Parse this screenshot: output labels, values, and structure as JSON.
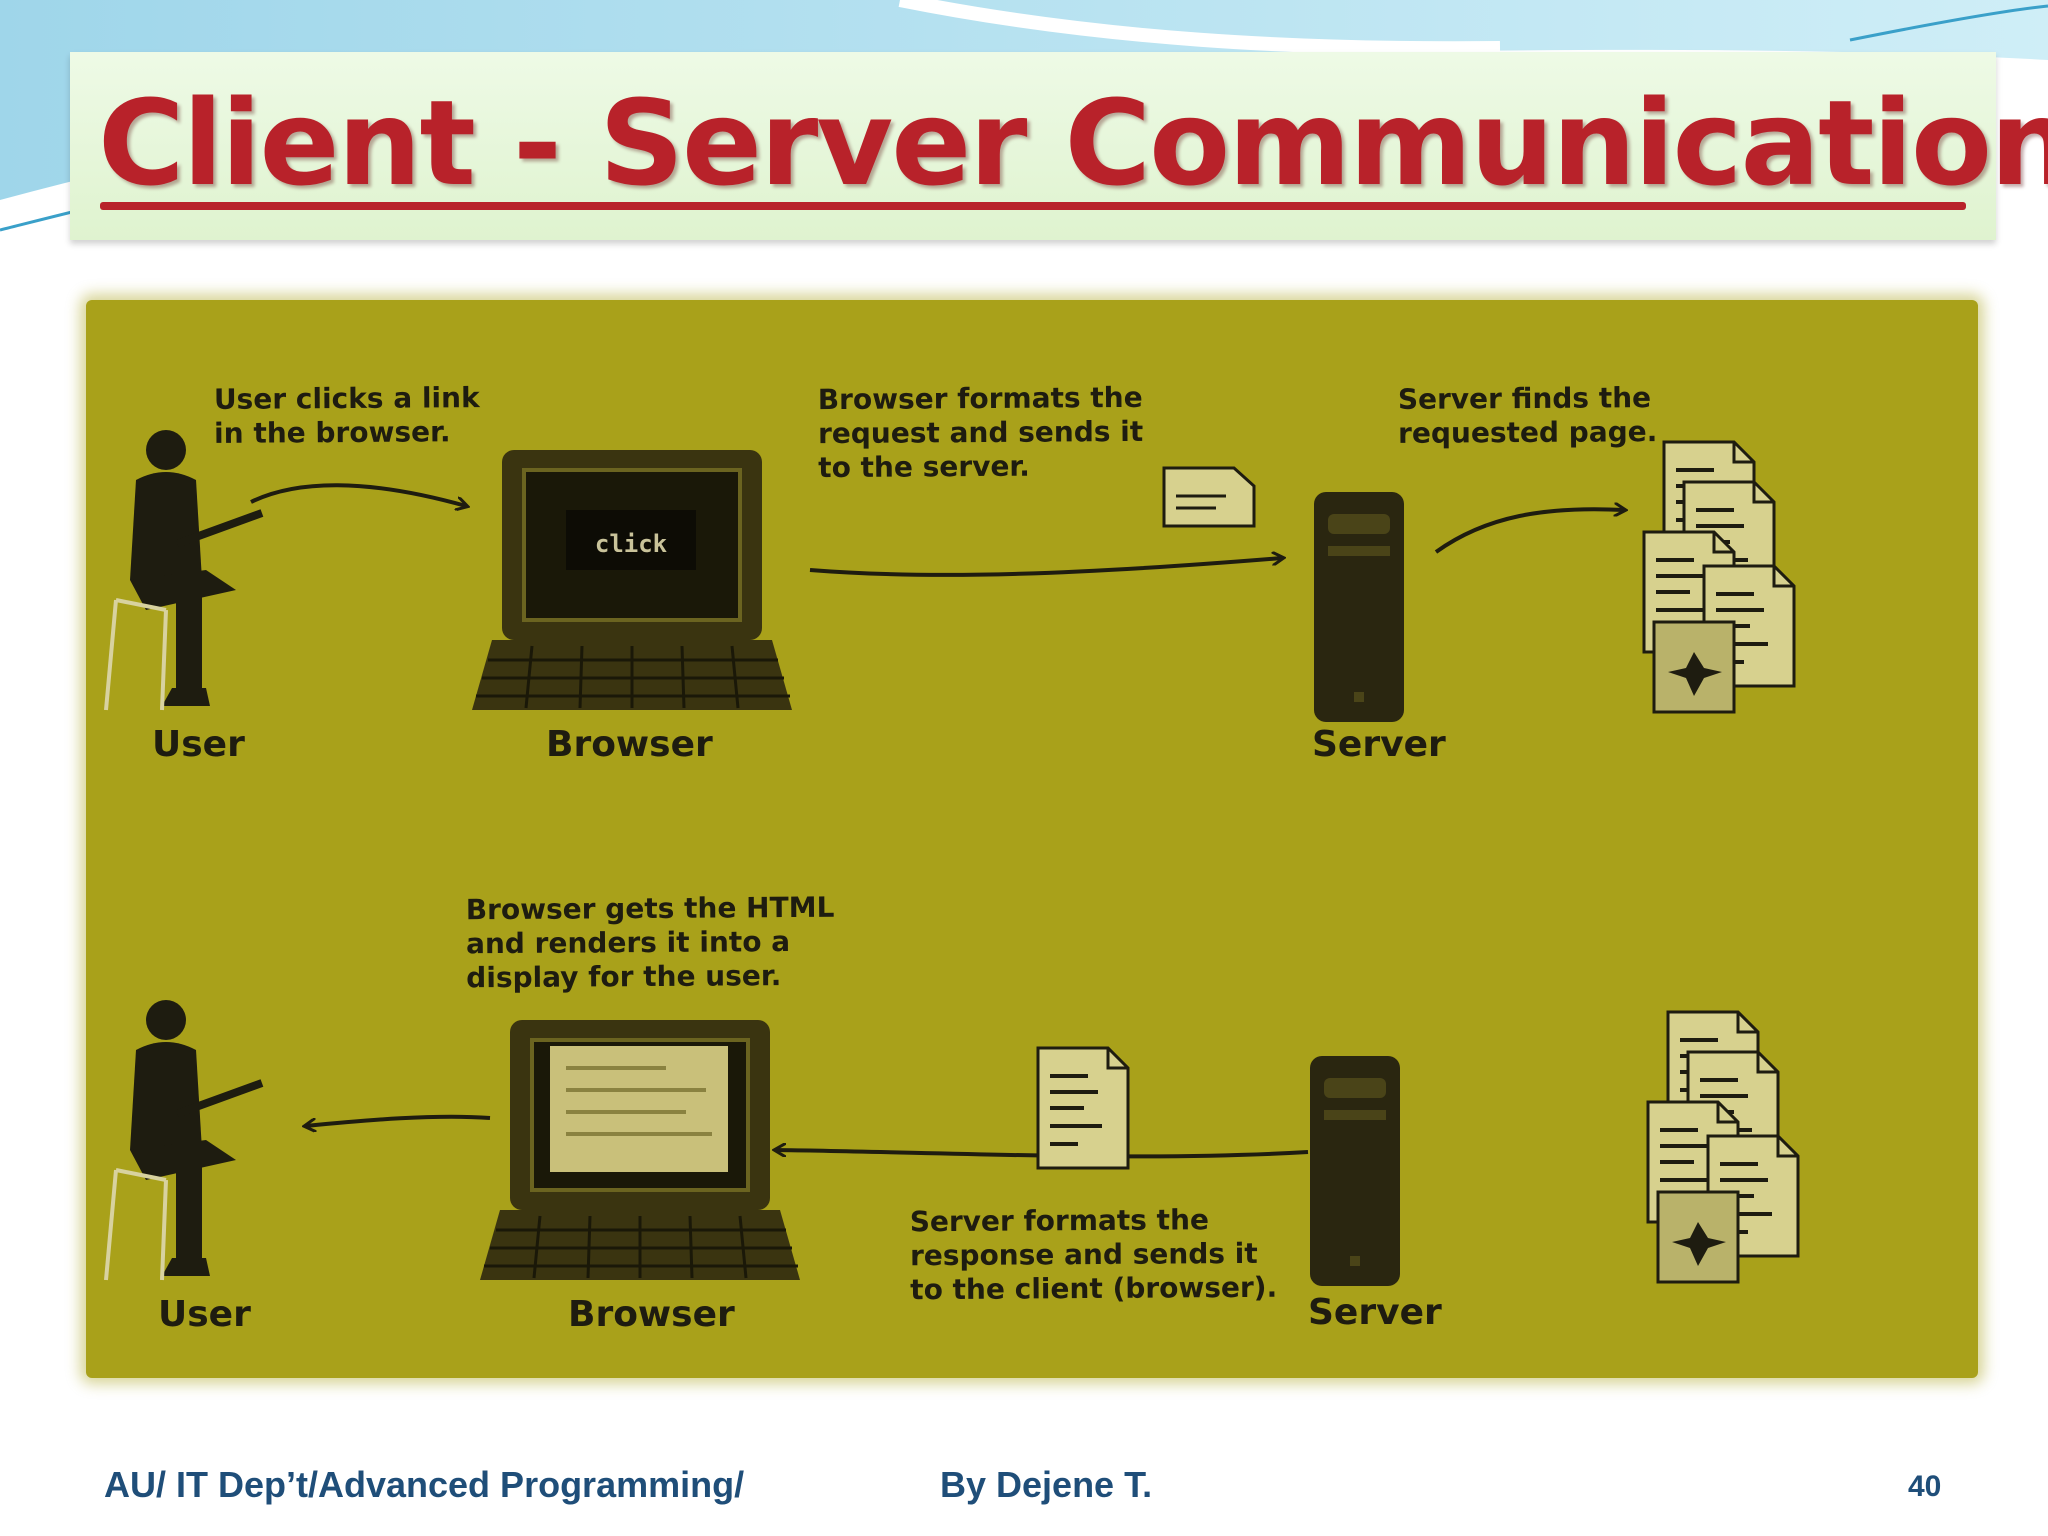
{
  "slide": {
    "title": "Client - Server Communication",
    "footer_left": "AU/ IT Dep’t/Advanced Programming/",
    "footer_author": "By Dejene T.",
    "page_number": "40"
  },
  "diagram": {
    "top_row": {
      "captions": {
        "user_clicks": "User clicks a link\nin the browser.",
        "browser_formats": "Browser formats the\nrequest and sends it\nto the server.",
        "server_finds": "Server finds the\nrequested page."
      },
      "screen_text": "click",
      "labels": {
        "user": "User",
        "browser": "Browser",
        "server": "Server"
      }
    },
    "bottom_row": {
      "captions": {
        "browser_renders": "Browser gets the HTML\nand renders it into a\ndisplay for the user.",
        "server_formats": "Server formats the\nresponse and sends it\nto the client (browser)."
      },
      "labels": {
        "user": "User",
        "browser": "Browser",
        "server": "Server"
      }
    }
  },
  "colors": {
    "title": "#b8222a",
    "panel": "#a9a11a",
    "footer": "#1f4e79"
  }
}
